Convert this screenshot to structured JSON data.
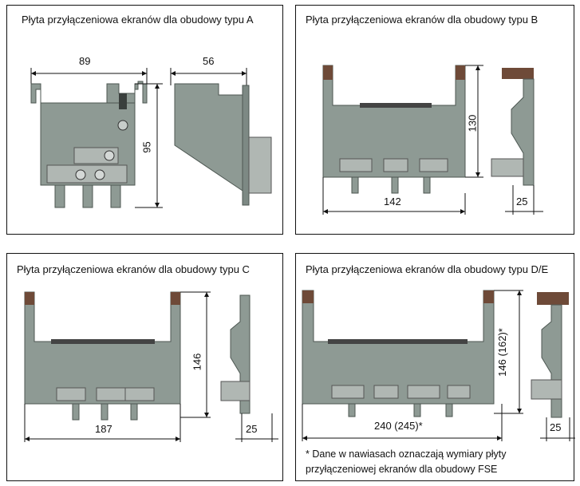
{
  "panels": {
    "a": {
      "title": "Płyta przyłączeniowa ekranów dla obudowy typu A",
      "dim_width": "89",
      "dim_depth": "56",
      "dim_height": "95"
    },
    "b": {
      "title": "Płyta przyłączeniowa ekranów dla obudowy typu B",
      "dim_width": "142",
      "dim_height": "130",
      "dim_depth": "25"
    },
    "c": {
      "title": "Płyta przyłączeniowa ekranów dla obudowy typu C",
      "dim_width": "187",
      "dim_height": "146",
      "dim_depth": "25"
    },
    "de": {
      "title": "Płyta przyłączeniowa ekranów dla obudowy typu D/E",
      "dim_width": "240 (245)*",
      "dim_height": "146 (162)*",
      "dim_depth": "25",
      "note_line1": "* Dane w nawiasach oznaczają wymiary płyty",
      "note_line2": "przyłączeniowej ekranów dla obudowy FSE"
    }
  },
  "colors": {
    "plate": "#8e9a94",
    "plate_dark": "#5f6a65",
    "bracket": "#6e4a38",
    "line": "#111111"
  }
}
